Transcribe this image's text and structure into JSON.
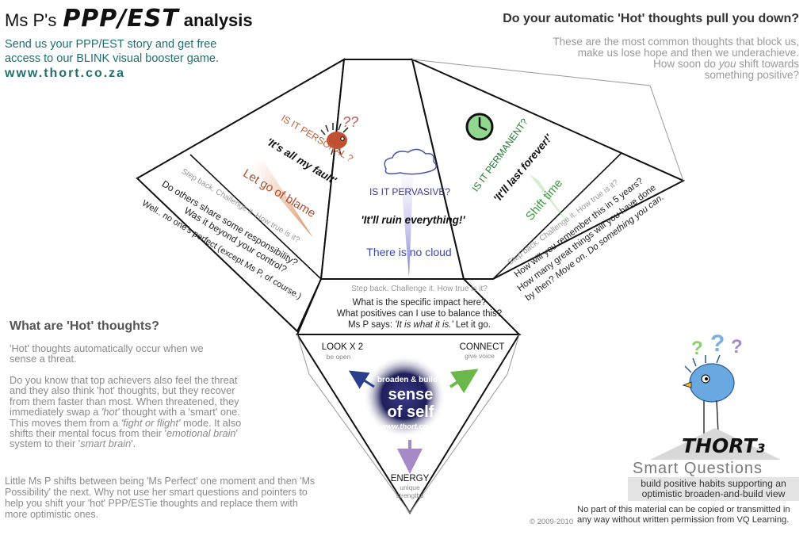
{
  "header": {
    "brand_name": "Ms P's",
    "brand_logo": "PPP/EST",
    "brand_suffix": "analysis",
    "promo_line1": "Send us your PPP/EST story and get free",
    "promo_line2": "access to our BLINK visual booster game.",
    "website": "www.thort.co.za"
  },
  "right_intro": {
    "title": "Do your automatic 'Hot' thoughts pull you down?",
    "line1": "These are the most common thoughts that block us,",
    "line2": "make us lose hope and then we underachieve.",
    "line3a": "How soon do ",
    "line3_em": "you",
    "line3b": " shift towards",
    "line4": "something positive?"
  },
  "personal": {
    "question": "IS IT PERSONAL ?",
    "quote": "'It's all my fault'",
    "action": "Let go of blame",
    "prompt": "Step back.  Challenge it. How true is it?",
    "line1": "Do others share some responsibility?",
    "line2": "Was it beyond your control?",
    "line3": "Well.. no one's perfect (except Ms P, of course.)"
  },
  "pervasive": {
    "question": "IS IT PERVASIVE?",
    "quote": "'It'll ruin everything!'",
    "action": "There is no cloud",
    "prompt": "Step back.  Challenge it. How true is it?",
    "line1": "What is the specific impact here?",
    "line2": "What positives can I use to balance this?",
    "line3a": "Ms P says: ",
    "line3_em": "'It is what it is.'",
    "line3b": "  Let it go."
  },
  "permanent": {
    "question": "IS IT PERMANENT?",
    "quote": "'It'll last forever!'",
    "action": "Shift time",
    "prompt": "Step back.  Challenge it. How true is it?",
    "line1": "How will you remember this in 5 years?",
    "line2": "How many great things will you have done",
    "line3a": "by then?  ",
    "line3_em": "Move on.  Do something you can.",
    "line3b": ""
  },
  "centre": {
    "look": "LOOK X 2",
    "look_sub": "be open",
    "connect": "CONNECT",
    "connect_sub": "give voice",
    "energy": "ENERGY",
    "energy_sub1": "unique",
    "energy_sub2": "strengths",
    "banner": "broaden & build",
    "core1": "sense",
    "core2": "of self",
    "core_site": "www.thort.co.za"
  },
  "hot_thoughts": {
    "title": "What are 'Hot' thoughts?",
    "p1": "'Hot' thoughts automatically occur when we sense a threat.",
    "p2_a": "Do you know that top achievers also feel the threat and they also think 'hot' thoughts, but they recover from them faster than most.  When threatened, they immediately swap a ",
    "p2_em1": "'hot'",
    "p2_b": " thought with a 'smart' one.  This moves them from a ",
    "p2_em2": "'fight or flight'",
    "p2_c": " mode.  It also shifts their mental focus from their '",
    "p2_em3": "emotional brain",
    "p2_d": "' system to their '",
    "p2_em4": "smart brain",
    "p2_e": "'.",
    "p3": "Little Ms P shifts between being 'Ms Perfect' one moment and then 'Ms Possibility' the next.  Why not use her smart questions and pointers to help you shift your 'hot' PPP/ESTie thoughts and replace them with more optimistic ones."
  },
  "footer": {
    "logo": "THORT",
    "logo_sub": "3",
    "smart_title": "Smart Questions",
    "smart_sub1": "build positive habits supporting an",
    "smart_sub2": "optimistic broaden-and-build view",
    "notice1": "No part of this material can be copied or transmitted in",
    "notice2": "any way without written permission from VQ Learning.",
    "copyright": "© 2009-2010"
  },
  "doodles": {
    "q_marks": "??",
    "q_marks_big": "?",
    "q_marks_row": "? ? ?"
  },
  "colors": {
    "teal": "#1f6f6f",
    "personal": "#c0603a",
    "pervasive": "#3a3aa0",
    "permanent": "#1e7a2e",
    "look_arrow": "#2a3e8a",
    "connect_arrow": "#6ab84a",
    "energy_arrow": "#a889c8"
  },
  "icons": [
    "hedgehog-icon",
    "clock-icon",
    "cloud-icon",
    "bird-icon",
    "arrow-icon"
  ]
}
